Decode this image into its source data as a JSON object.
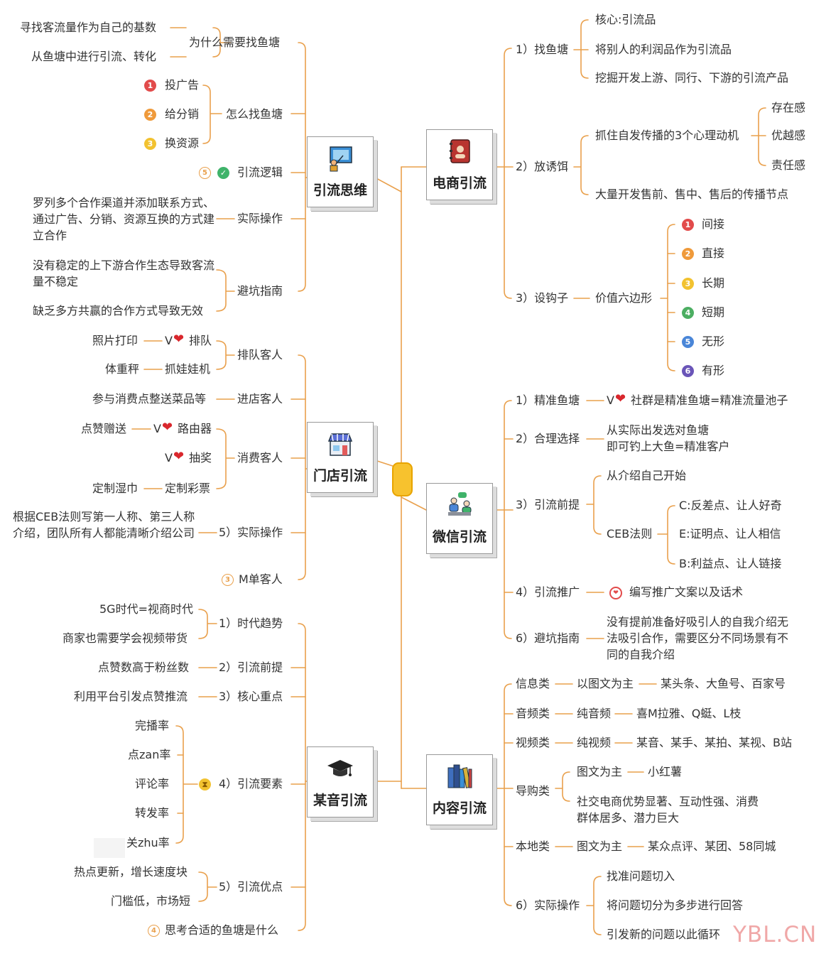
{
  "nodes": {
    "traffic_thinking": "引流思维",
    "ecommerce": "电商引流",
    "store": "门店引流",
    "wechat": "微信引流",
    "douyin": "某音引流",
    "content": "内容引流"
  },
  "traffic_thinking": {
    "why": "为什么需要找鱼塘",
    "why_1": "寻找客流量作为自己的基数",
    "why_2": "从鱼塘中进行引流、转化",
    "how": "怎么找鱼塘",
    "how_1": "投广告",
    "how_2": "给分销",
    "how_3": "换资源",
    "logic_num": "5",
    "logic": "引流逻辑",
    "practice": "实际操作",
    "practice_text": "罗列多个合作渠道并添加联系方式、通过广告、分销、资源互换的方式建立合作",
    "pitfall": "避坑指南",
    "pitfall_1": "没有稳定的上下游合作生态导致客流量不稳定",
    "pitfall_2": "缺乏多方共赢的合作方式导致无效"
  },
  "store": {
    "queue": "排队客人",
    "q1": "照片打印",
    "q1_tail": "排队",
    "q2": "体重秤",
    "q2_tail": "抓娃娃机",
    "enter": "进店客人",
    "enter_1": "参与消费点整送菜品等",
    "consume": "消费客人",
    "c1": "点赞赠送",
    "c1_tail": "路由器",
    "c2_tail": "抽奖",
    "c3": "定制湿巾",
    "c3_tail": "定制彩票",
    "practice": "5）实际操作",
    "practice_text": "根据CEB法则写第一人称、第三人称介绍，团队所有人都能清晰介绍公司",
    "m_num": "3",
    "m_single": "M单客人",
    "v": "V"
  },
  "douyin": {
    "trend": "1）时代趋势",
    "trend_1": "5G时代=视商时代",
    "trend_2": "商家也需要学会视频带货",
    "premise": "2）引流前提",
    "premise_1": "点赞数高于粉丝数",
    "focus": "3）核心重点",
    "focus_1": "利用平台引发点赞推流",
    "factors": "4）引流要素",
    "f1": "完播率",
    "f2": "点zan率",
    "f3": "评论率",
    "f4": "转发率",
    "f5": "关zhu率",
    "advantage": "5）引流优点",
    "a1": "热点更新，增长速度块",
    "a2": "门槛低，市场短",
    "think_num": "4",
    "think": "思考合适的鱼塘是什么"
  },
  "ecommerce": {
    "find": "1）找鱼塘",
    "find_1": "核心:引流品",
    "find_2": "将别人的利润品作为引流品",
    "find_3": "挖掘开发上游、同行、下游的引流产品",
    "bait": "2）放诱饵",
    "bait_1": "抓住自发传播的3个心理动机",
    "m1": "存在感",
    "m2": "优越感",
    "m3": "责任感",
    "bait_2": "大量开发售前、售中、售后的传播节点",
    "hook": "3）设钩子",
    "hexagon": "价值六边形",
    "h1": "间接",
    "h2": "直接",
    "h3": "长期",
    "h4": "短期",
    "h5": "无形",
    "h6": "有形"
  },
  "wechat": {
    "precise": "1）精准鱼塘",
    "precise_1": "社群是精准鱼塘=精准流量池子",
    "choose": "2）合理选择",
    "choose_1": "从实际出发选对鱼塘",
    "choose_2": "即可钓上大鱼=精准客户",
    "premise": "3）引流前提",
    "premise_1": "从介绍自己开始",
    "ceb": "CEB法则",
    "c": "C:反差点、让人好奇",
    "e": "E:证明点、让人相信",
    "b": "B:利益点、让人链接",
    "promo": "4）引流推广",
    "promo_1": "编写推广文案以及话术",
    "pitfall": "6）避坑指南",
    "pitfall_1": "没有提前准备好吸引人的自我介绍无法吸引合作，需要区分不同场景有不同的自我介绍",
    "v": "V"
  },
  "content": {
    "info": "信息类",
    "info_1": "以图文为主",
    "info_2": "某头条、大鱼号、百家号",
    "audio": "音频类",
    "audio_1": "纯音频",
    "audio_2": "喜M拉雅、Q蜓、L枝",
    "video": "视频类",
    "video_1": "纯视频",
    "video_2": "某音、某手、某拍、某视、B站",
    "shop": "导购类",
    "shop_1": "图文为主",
    "shop_1b": "小红薯",
    "shop_2": "社交电商优势显著、互动性强、消费群体居多、潜力巨大",
    "local": "本地类",
    "local_1": "图文为主",
    "local_2": "某众点评、某团、58同城",
    "practice": "6）实际操作",
    "p1": "找准问题切入",
    "p2": "将问题切分为多步进行回答",
    "p3": "引发新的问题以此循环"
  },
  "watermark": "YBL.CN",
  "colors": {
    "line": "#e9a04c",
    "capsule": "#f7c22e",
    "red": "#e24b4b",
    "orange": "#ef9a3b",
    "yellow": "#f2c230",
    "green": "#4cae62",
    "blue": "#4a86d8",
    "purple": "#6a55b8",
    "check": "#3fb36a"
  }
}
